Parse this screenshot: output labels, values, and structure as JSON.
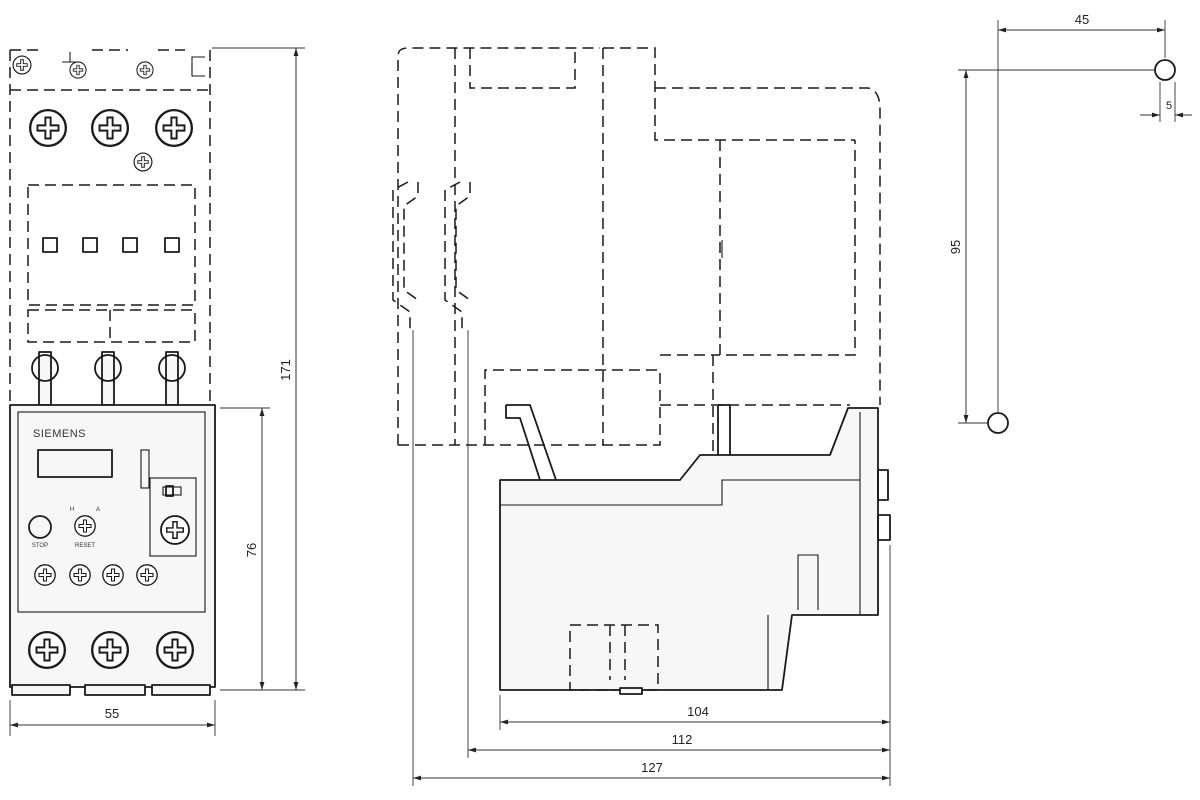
{
  "front_view": {
    "brand": "SIEMENS",
    "stop_label": "STOP",
    "reset_label": "RESET",
    "hand_label": "H",
    "auto_label": "A"
  },
  "dimensions": {
    "width": "55",
    "relay_height": "76",
    "total_height": "171",
    "depth_relay": "104",
    "depth_mid": "112",
    "depth_total": "127",
    "hole_spacing_h": "45",
    "hole_spacing_v": "95",
    "hole_offset": "5"
  },
  "colors": {
    "line": "#1a1a1a",
    "dimension": "#333333",
    "background": "#ffffff"
  }
}
